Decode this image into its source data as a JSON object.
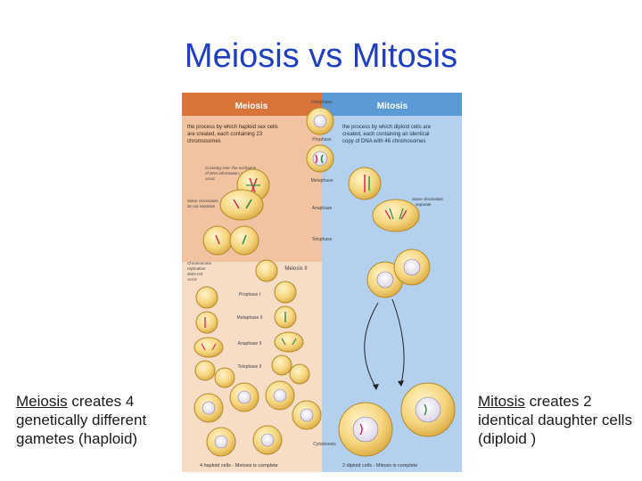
{
  "slide": {
    "title": "Meiosis vs Mitosis"
  },
  "figure": {
    "meiosis_header": "Meiosis",
    "mitosis_header": "Mitosis",
    "meiosis_desc": [
      "the process by which haploid sex cells",
      "are created, each containing 23",
      "chromosomes"
    ],
    "mitosis_desc": [
      "the process by which diploid cells are",
      "created, each containing an identical",
      "copy of DNA with 46 chromosomes"
    ],
    "stages": {
      "interphase": "Interphase",
      "prophase": "Prophase",
      "metaphase": "Metaphase",
      "anaphase": "Anaphase",
      "telophase": "Telophase",
      "meiosis_ii": "Meiosis II",
      "prophase_ii": "Prophase I",
      "metaphase_ii": "Metaphase II",
      "anaphase_ii": "Anaphase II",
      "telophase_ii": "Telophase II",
      "cytokinesis": "Cytokinesis"
    },
    "notes": {
      "crossing_over": [
        "Crossing over: the exchange",
        "of DNA information; may",
        "occur"
      ],
      "sister_left": [
        "Sister chromatids",
        "do not separate"
      ],
      "sister_right": [
        "Sister chromatids",
        "separate"
      ],
      "chromosome_replication": [
        "Chromosome",
        "replication",
        "does not",
        "occur"
      ]
    },
    "footer_left": "4 haploid cells - Meiosis is complete",
    "footer_right": "2 diploid cells - Mitosis is complete",
    "colors": {
      "meiosis_header_bg": "#d9733a",
      "mitosis_header_bg": "#5b9bd5",
      "meiosis_bg": "#f1c3a0",
      "meiosis_bg_light": "#f7dcc6",
      "mitosis_bg": "#b3d1ee",
      "cell_fill": "#f3d27a",
      "cell_stroke": "#b58a2a"
    }
  },
  "captions": {
    "left": {
      "keyword": "Meiosis",
      "rest": " creates 4 genetically different gametes (haploid)"
    },
    "right": {
      "keyword": "Mitosis",
      "rest": " creates 2 identical daughter cells (diploid )"
    }
  }
}
